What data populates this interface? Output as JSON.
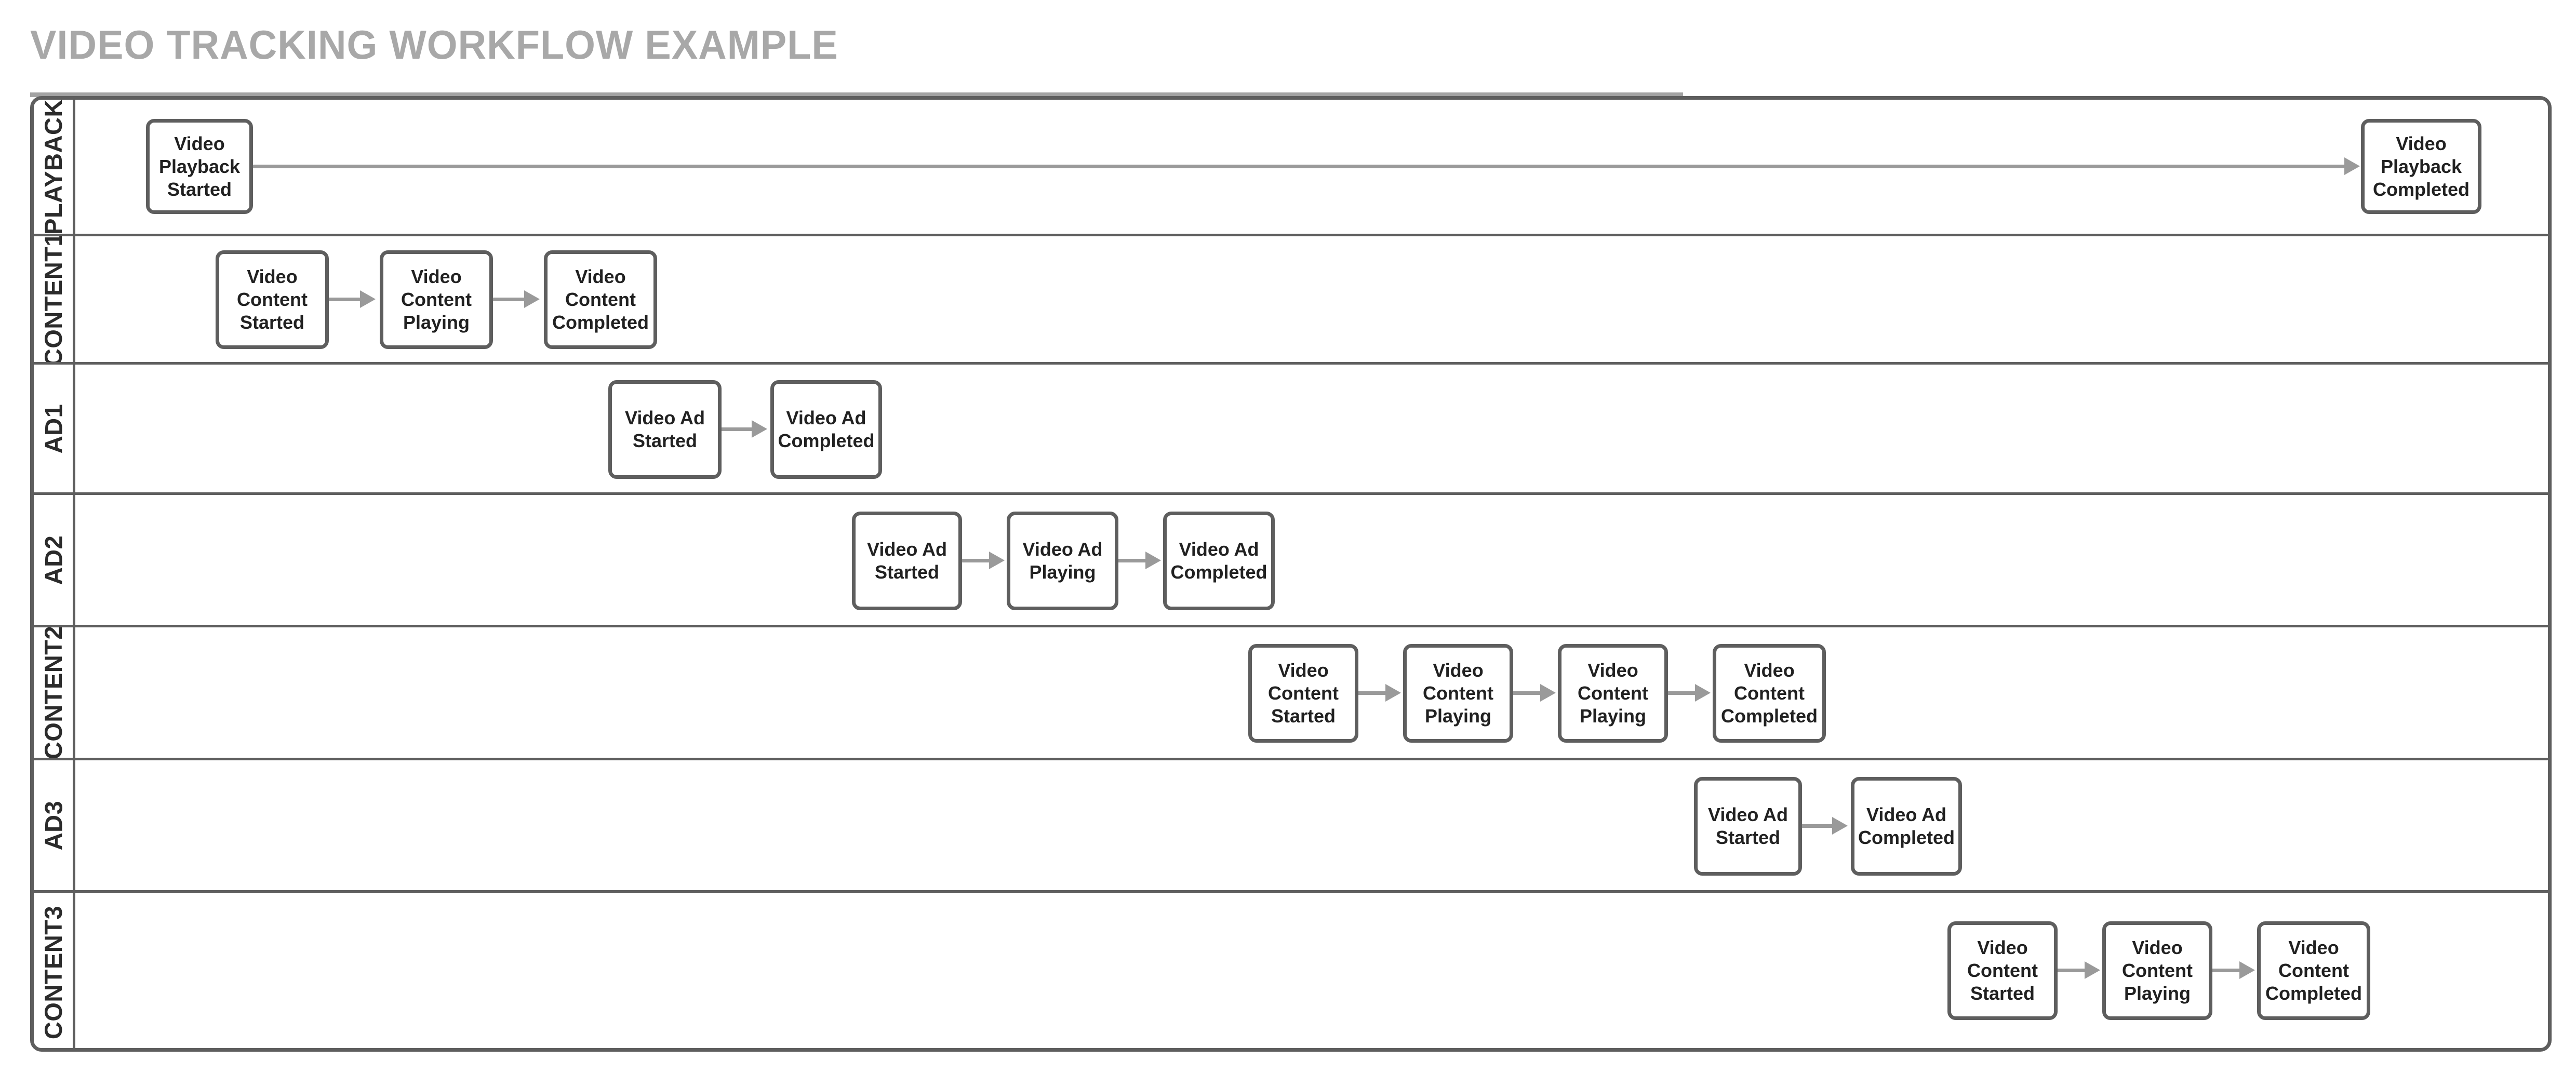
{
  "header": {
    "title": "VIDEO TRACKING WORKFLOW EXAMPLE"
  },
  "diagram": {
    "type": "swimlane-flowchart",
    "orientation": "horizontal-lanes",
    "node_shape": "rounded-rectangle",
    "colors": {
      "title_text": "#a8a8a8",
      "title_rule": "#a3a3a3",
      "lane_border": "#5e5e5e",
      "node_border": "#5e5e5e",
      "node_fill": "#ffffff",
      "node_text": "#212121",
      "connector": "#9a9a9a",
      "background": "#ffffff"
    },
    "lanes": [
      {
        "id": "playback",
        "label": "PLAYBACK",
        "nodes": [
          {
            "id": "p1",
            "label": "Video Playback\nStarted"
          },
          {
            "id": "p2",
            "label": "Video Playback\nCompleted"
          }
        ],
        "edges": [
          {
            "from": "p1",
            "to": "p2"
          }
        ]
      },
      {
        "id": "content1",
        "label": "CONTENT1",
        "nodes": [
          {
            "id": "c1a",
            "label": "Video Content\nStarted"
          },
          {
            "id": "c1b",
            "label": "Video Content\nPlaying"
          },
          {
            "id": "c1c",
            "label": "Video Content\nCompleted"
          }
        ],
        "edges": [
          {
            "from": "c1a",
            "to": "c1b"
          },
          {
            "from": "c1b",
            "to": "c1c"
          }
        ]
      },
      {
        "id": "ad1",
        "label": "AD1",
        "nodes": [
          {
            "id": "a1a",
            "label": "Video Ad Started"
          },
          {
            "id": "a1b",
            "label": "Video Ad\nCompleted"
          }
        ],
        "edges": [
          {
            "from": "a1a",
            "to": "a1b"
          }
        ]
      },
      {
        "id": "ad2",
        "label": "AD2",
        "nodes": [
          {
            "id": "a2a",
            "label": "Video Ad Started"
          },
          {
            "id": "a2b",
            "label": "Video Ad Playing"
          },
          {
            "id": "a2c",
            "label": "Video Ad\nCompleted"
          }
        ],
        "edges": [
          {
            "from": "a2a",
            "to": "a2b"
          },
          {
            "from": "a2b",
            "to": "a2c"
          }
        ]
      },
      {
        "id": "content2",
        "label": "CONTENT2",
        "nodes": [
          {
            "id": "c2a",
            "label": "Video Content\nStarted"
          },
          {
            "id": "c2b",
            "label": "Video Content\nPlaying"
          },
          {
            "id": "c2c",
            "label": "Video Content\nPlaying"
          },
          {
            "id": "c2d",
            "label": "Video Content\nCompleted"
          }
        ],
        "edges": [
          {
            "from": "c2a",
            "to": "c2b"
          },
          {
            "from": "c2b",
            "to": "c2c"
          },
          {
            "from": "c2c",
            "to": "c2d"
          }
        ]
      },
      {
        "id": "ad3",
        "label": "AD3",
        "nodes": [
          {
            "id": "a3a",
            "label": "Video Ad Started"
          },
          {
            "id": "a3b",
            "label": "Video Ad\nCompleted"
          }
        ],
        "edges": [
          {
            "from": "a3a",
            "to": "a3b"
          }
        ]
      },
      {
        "id": "content3",
        "label": "CONTENT3",
        "nodes": [
          {
            "id": "c3a",
            "label": "Video Content\nStarted"
          },
          {
            "id": "c3b",
            "label": "Video Content\nPlaying"
          },
          {
            "id": "c3c",
            "label": "Video Content\nCompleted"
          }
        ],
        "edges": [
          {
            "from": "c3a",
            "to": "c3b"
          },
          {
            "from": "c3b",
            "to": "c3c"
          }
        ]
      }
    ]
  }
}
